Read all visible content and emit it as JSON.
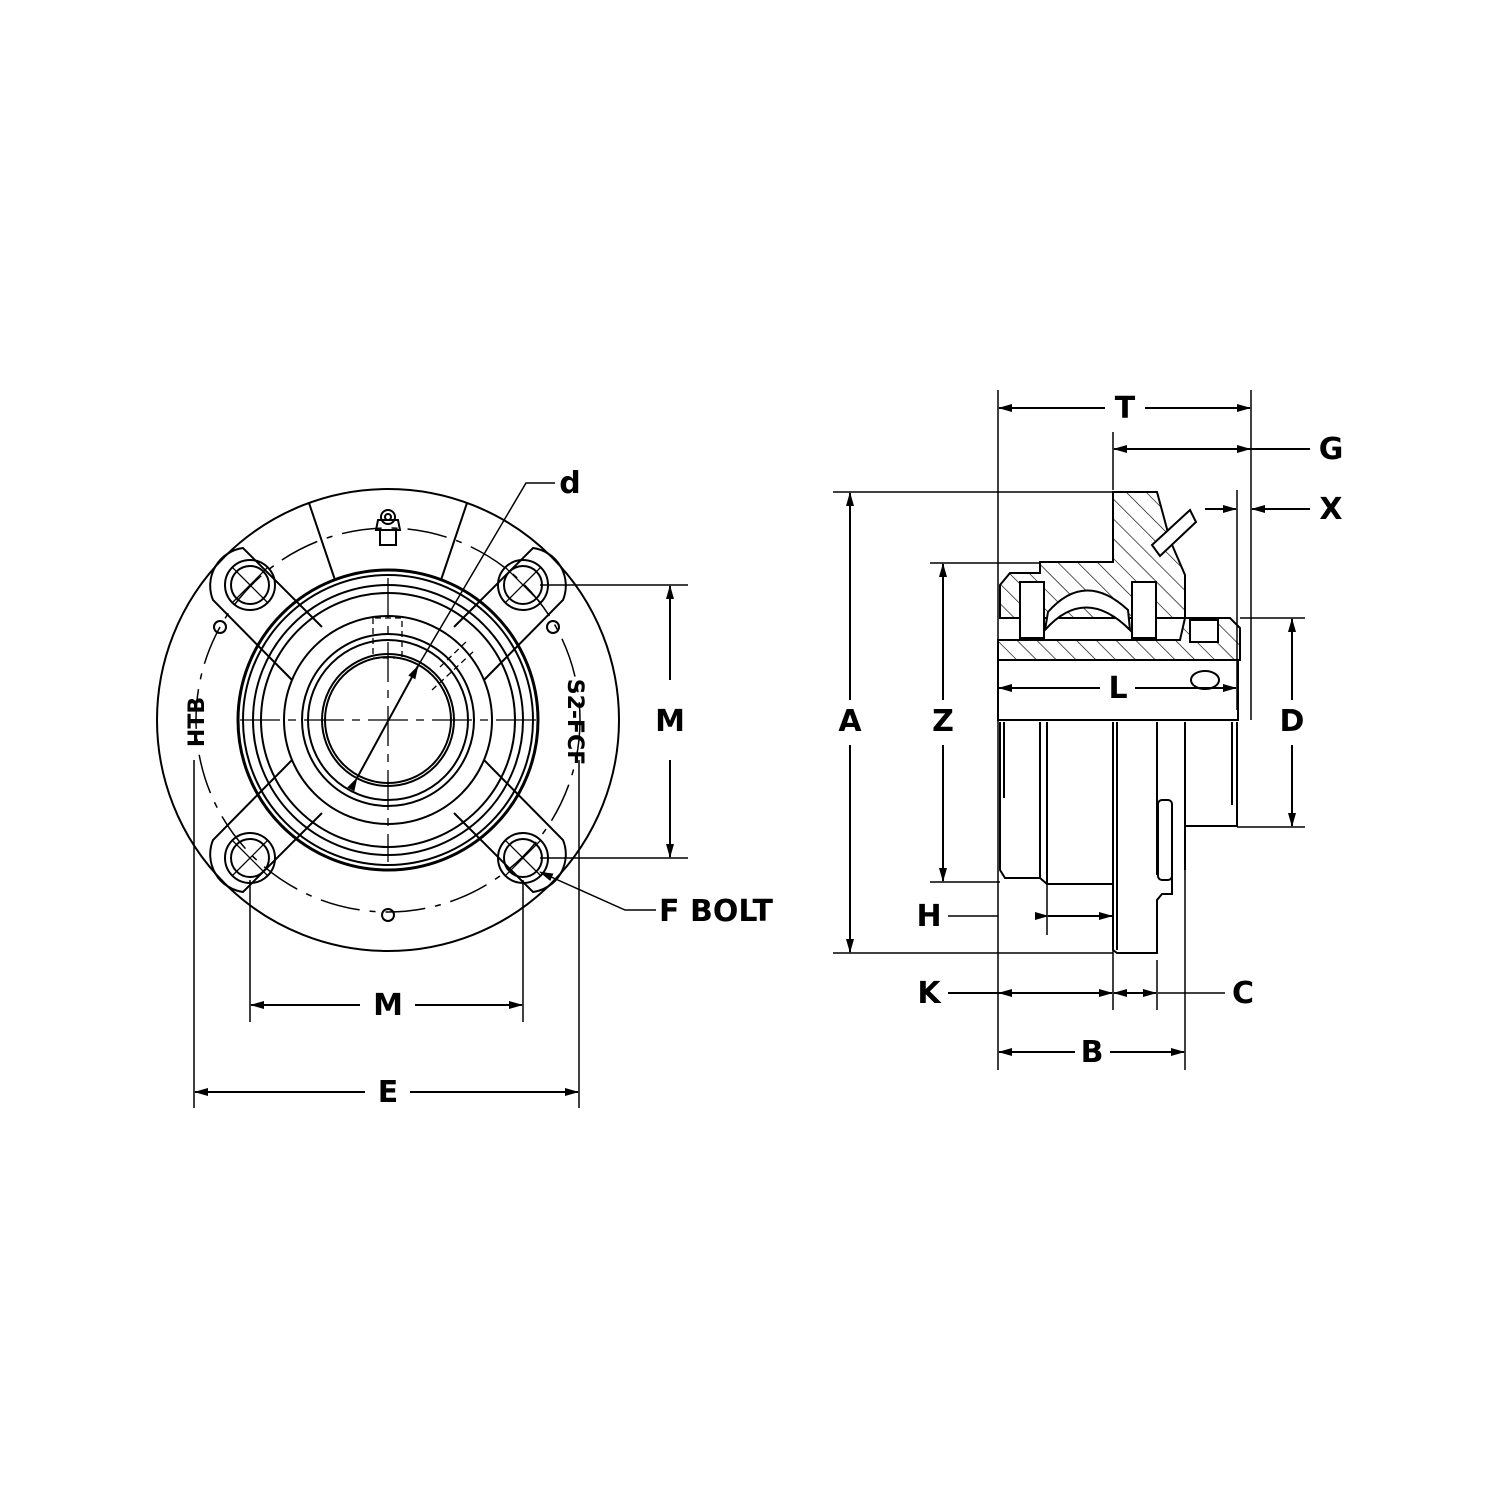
{
  "drawing": {
    "line_color": "#000000",
    "background": "#ffffff",
    "front_view": {
      "bore_label": "d",
      "bolt_spacing_vertical_label": "M",
      "bolt_spacing_horizontal_label": "M",
      "overall_width_label": "E",
      "bolt_label": "F BOLT",
      "cast_text_left": "HTB",
      "cast_text_right": "S2-FCF"
    },
    "side_view": {
      "labels": {
        "T": "T",
        "G": "G",
        "X": "X",
        "A": "A",
        "Z": "Z",
        "L": "L",
        "D": "D",
        "H": "H",
        "K": "K",
        "C": "C",
        "B": "B"
      }
    }
  }
}
